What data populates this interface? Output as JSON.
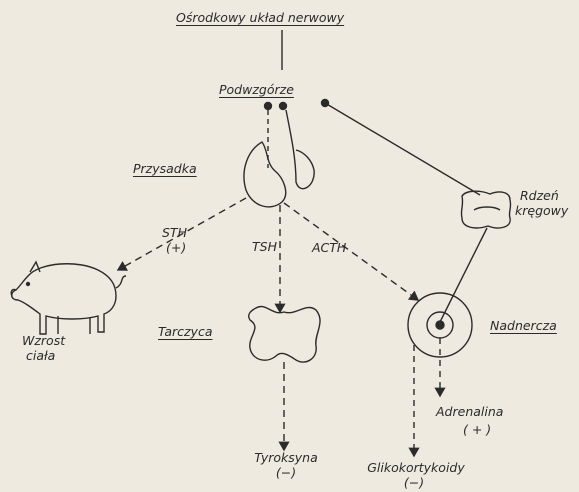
{
  "labels": {
    "cns": "Ośrodkowy układ nerwowy",
    "hypothalamus": "Podwzgórze",
    "pituitary": "Przysadka",
    "spinal_cord_1": "Rdzeń",
    "spinal_cord_2": "kręgowy",
    "sth": "STH",
    "sth_sign": "(+)",
    "tsh": "TSH",
    "acth": "ACTH",
    "growth_1": "Wzrost",
    "growth_2": "ciała",
    "thyroid": "Tarczyca",
    "adrenal": "Nadnercza",
    "adrenaline": "Adrenalina",
    "adrenaline_sign": "( + )",
    "thyroxine": "Tyroksyna",
    "thyroxine_sign": "(−)",
    "glucocorticoids": "Glikokortykoidy",
    "glucocorticoids_sign": "(−)"
  },
  "colors": {
    "ink": "#2b2b2b",
    "paper": "#eeeae0"
  }
}
